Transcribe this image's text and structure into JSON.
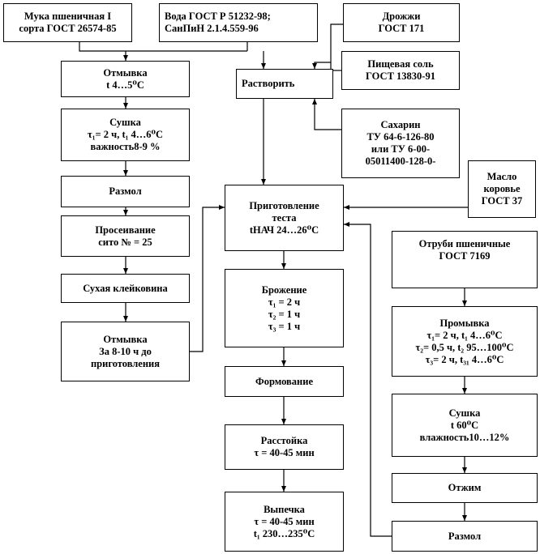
{
  "diagram": {
    "flour": [
      "Мука пшеничная I",
      "сорта ГОСТ 26574-85"
    ],
    "water": [
      "Вода ГОСТ Р 51232-98;",
      "СанПиН 2.1.4.559-96"
    ],
    "yeast": [
      "Дрожжи",
      "ГОСТ 171"
    ],
    "salt": [
      "Пищевая соль",
      "ГОСТ 13830-91"
    ],
    "dissolve": [
      "Растворить"
    ],
    "saccharin": [
      "Сахарин",
      "ТУ 64-6-126-80",
      "или ТУ 6-00-",
      "05011400-128-0-"
    ],
    "butter": [
      "Масло",
      "коровье",
      "ГОСТ 37"
    ],
    "weigh1": [
      "Отмывка",
      "t 4…5⁰С"
    ],
    "drying1": [
      "Сушка",
      "τ₁= 2 ч, t₁ 4…6⁰С",
      "важность8-9 %"
    ],
    "grinding1": [
      "Размол"
    ],
    "sifting": [
      "Просеивание",
      "сито № = 25"
    ],
    "dry_gluten": [
      "Сухая клейковина"
    ],
    "weigh2": [
      "Отмывка",
      "За 8-10 ч до",
      "приготовления"
    ],
    "dough": [
      "Приготовление",
      "теста",
      "tНАЧ 24…26⁰С"
    ],
    "fermentation": [
      "Брожение",
      "τ₁ = 2 ч",
      "τ₂ = 1 ч",
      "τ₃ = 1 ч"
    ],
    "forming": [
      "Формование"
    ],
    "proofing": [
      "Расстойка",
      "τ = 40-45 мин"
    ],
    "baking": [
      "Выпечка",
      "τ = 40-45 мин",
      "t₁ 230…235⁰С"
    ],
    "bran": [
      "Отруби пшеничные",
      "ГОСТ 7169"
    ],
    "washing": [
      "Промывка",
      "τ₁= 2 ч, t₁ 4…6⁰С",
      "τ₂= 0,5 ч, t₂ 95…100⁰С",
      "τ₃= 2 ч, t₃₁ 4…6⁰С"
    ],
    "drying2": [
      "Сушка",
      "t 60⁰С",
      "влажность10…12%"
    ],
    "squeeze": [
      "Отжим"
    ],
    "grinding2": [
      "Размол"
    ]
  }
}
